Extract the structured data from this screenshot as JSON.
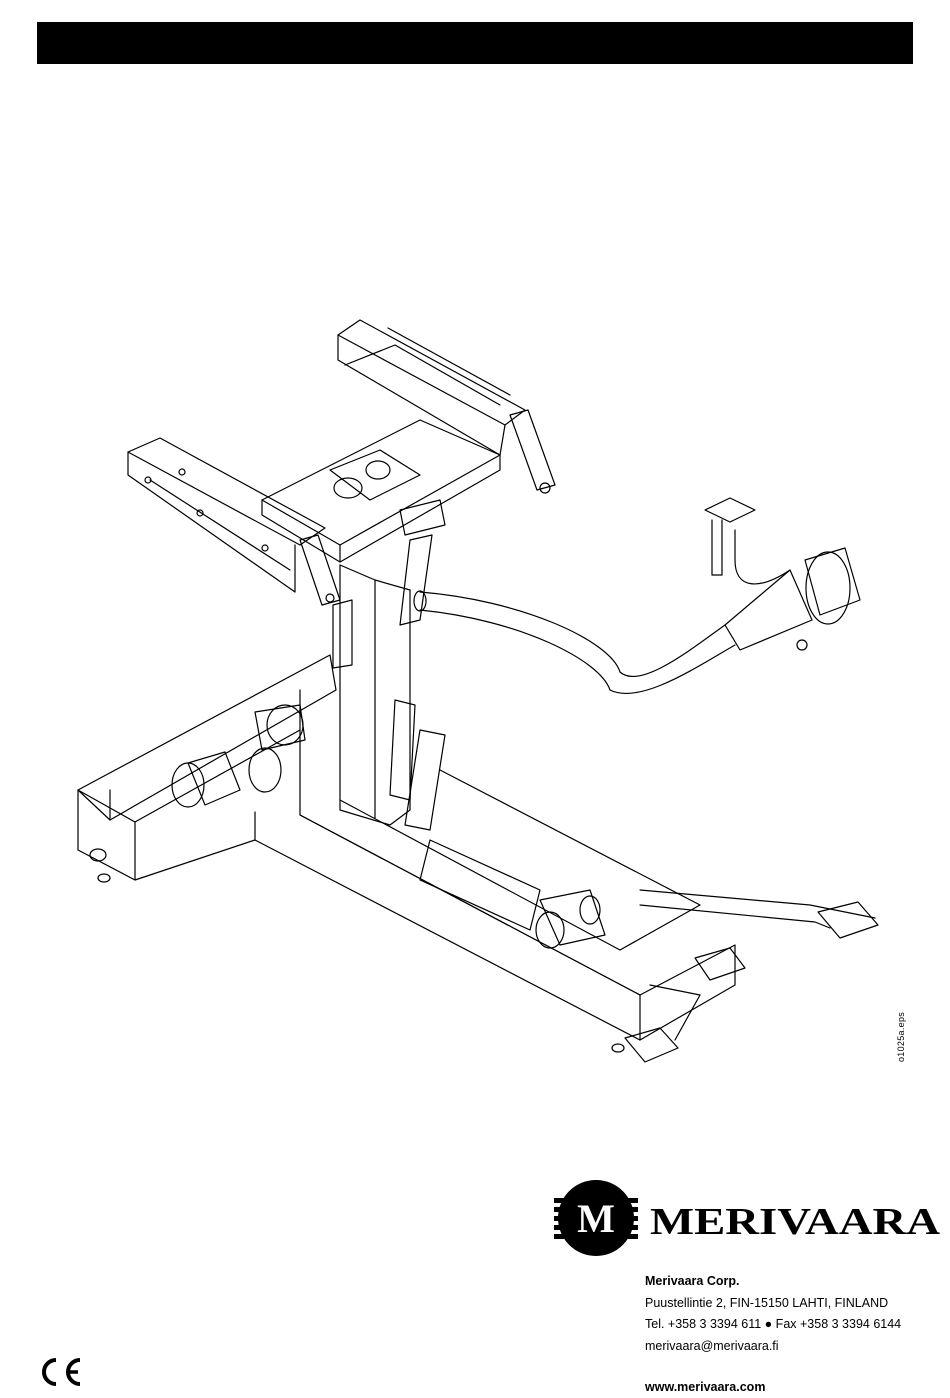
{
  "drawing": {
    "file_reference": "o1025a.eps"
  },
  "brand": {
    "logo_letter": "M",
    "name": "MERIVAARA"
  },
  "contact": {
    "company": "Merivaara Corp.",
    "address": "Puustellintie 2,   FIN-15150 LAHTI,   FINLAND",
    "phone_fax": "Tel. +358 3 3394 611 ● Fax +358 3 3394 6144",
    "email": "merivaara@merivaara.fi",
    "website": "www.merivaara.com"
  },
  "certification": {
    "mark": "CE"
  }
}
